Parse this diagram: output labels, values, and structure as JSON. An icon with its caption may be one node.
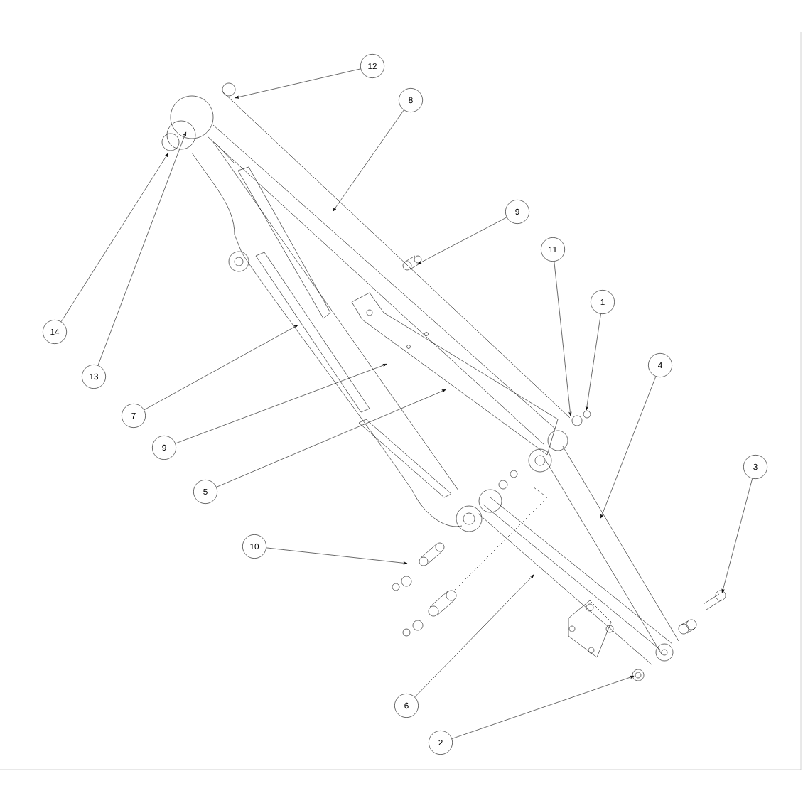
{
  "diagram": {
    "nodes": [
      {
        "text": [
          "12"
        ]
      },
      {
        "text": [
          "8"
        ]
      },
      {
        "text": [
          "9"
        ]
      },
      {
        "text": [
          "11"
        ]
      },
      {
        "text": [
          "1"
        ]
      },
      {
        "text": [
          "14"
        ]
      },
      {
        "text": [
          "4"
        ]
      },
      {
        "text": [
          "13"
        ]
      },
      {
        "text": [
          "7"
        ]
      },
      {
        "text": [
          "9"
        ]
      },
      {
        "text": [
          "3"
        ]
      },
      {
        "text": [
          "5"
        ]
      },
      {
        "text": [
          "10"
        ]
      },
      {
        "text": [
          "6"
        ]
      },
      {
        "text": [
          "2"
        ]
      }
    ],
    "edges": [
      {
        "from": 0,
        "to": null,
        "arrow": "to"
      },
      {
        "from": 1,
        "to": null,
        "arrow": "to"
      },
      {
        "from": 2,
        "to": null,
        "arrow": "to"
      },
      {
        "from": 3,
        "to": null,
        "arrow": "to"
      },
      {
        "from": 4,
        "to": null,
        "arrow": "to"
      },
      {
        "from": 5,
        "to": null,
        "arrow": "to"
      },
      {
        "from": 6,
        "to": null,
        "arrow": "to"
      },
      {
        "from": 7,
        "to": null,
        "arrow": "to"
      },
      {
        "from": 8,
        "to": null,
        "arrow": "to"
      },
      {
        "from": 9,
        "to": null,
        "arrow": "to"
      },
      {
        "from": 10,
        "to": null,
        "arrow": "to"
      },
      {
        "from": 11,
        "to": null,
        "arrow": "to"
      },
      {
        "from": 12,
        "to": null,
        "arrow": "to"
      },
      {
        "from": 13,
        "to": null,
        "arrow": "to"
      },
      {
        "from": 14,
        "to": null,
        "arrow": "to"
      }
    ]
  }
}
